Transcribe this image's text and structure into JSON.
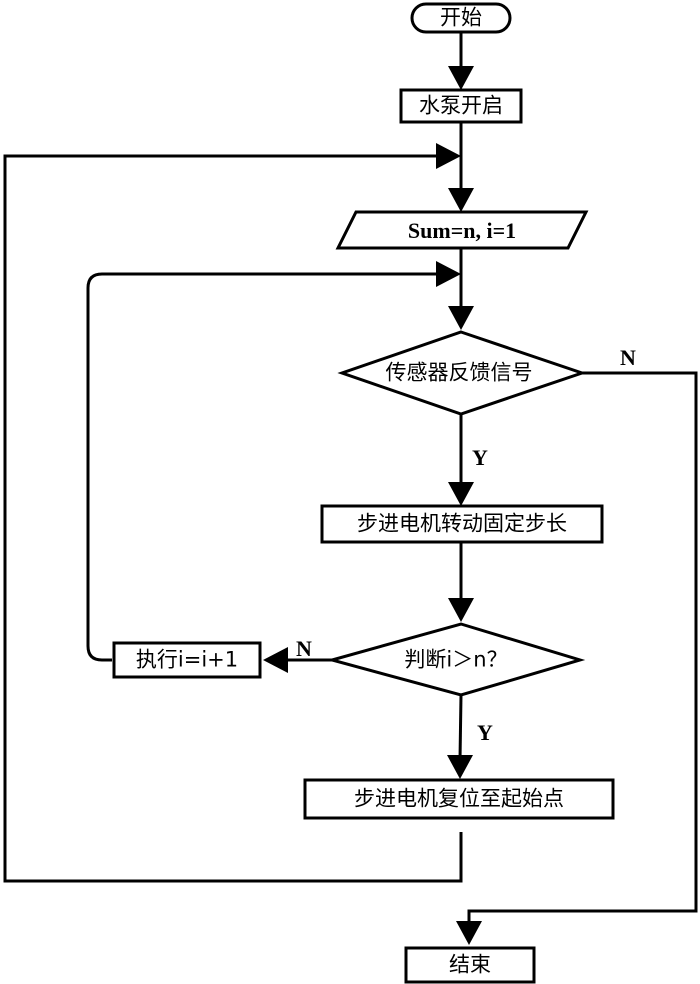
{
  "flowchart": {
    "nodes": {
      "start": {
        "label": "开始",
        "type": "terminal"
      },
      "pump_on": {
        "label": "水泵开启",
        "type": "process"
      },
      "init": {
        "label": "Sum=n, i=1",
        "type": "input-output"
      },
      "sensor": {
        "label": "传感器反馈信号",
        "type": "decision"
      },
      "motor_step": {
        "label": "步进电机转动固定步长",
        "type": "process"
      },
      "check": {
        "label": "判断i＞n？",
        "type": "decision"
      },
      "increment": {
        "label": "执行i=i+1",
        "type": "process"
      },
      "reset": {
        "label": "步进电机复位至起始点",
        "type": "process"
      },
      "end": {
        "label": "结束",
        "type": "process"
      }
    },
    "edge_labels": {
      "sensor_no": "N",
      "sensor_yes": "Y",
      "check_no": "N",
      "check_yes": "Y"
    },
    "edges": [
      {
        "from": "start",
        "to": "pump_on"
      },
      {
        "from": "pump_on",
        "to": "init"
      },
      {
        "from": "init",
        "to": "sensor"
      },
      {
        "from": "sensor",
        "to": "motor_step",
        "label": "Y"
      },
      {
        "from": "sensor",
        "to": "end",
        "label": "N"
      },
      {
        "from": "motor_step",
        "to": "check"
      },
      {
        "from": "check",
        "to": "reset",
        "label": "Y"
      },
      {
        "from": "check",
        "to": "increment",
        "label": "N"
      },
      {
        "from": "increment",
        "to": "sensor"
      },
      {
        "from": "reset",
        "to": "init"
      }
    ]
  }
}
